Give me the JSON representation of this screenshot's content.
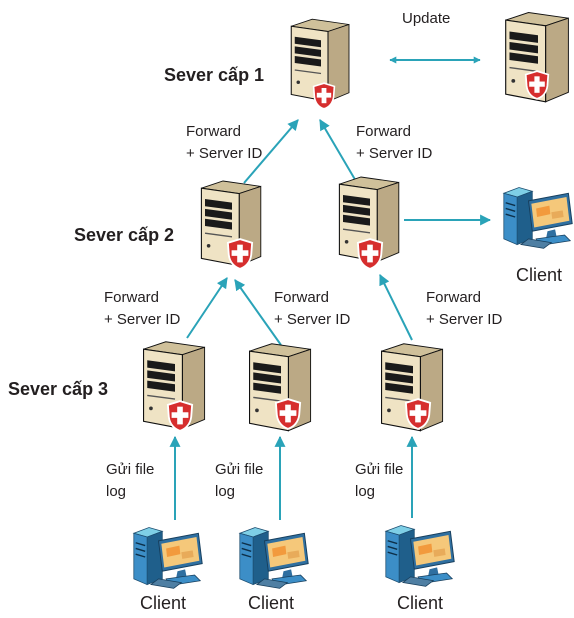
{
  "tiers": {
    "level1": "Sever cấp 1",
    "level2": "Sever cấp 2",
    "level3": "Sever cấp 3"
  },
  "edges": {
    "update": "Update",
    "forward_line1": "Forward",
    "forward_line2": "+ Server ID",
    "log_line1": "Gửi file",
    "log_line2": "log"
  },
  "client_label": "Client",
  "colors": {
    "arrow": "#2aa3b8",
    "server_body": "#efe3c4",
    "shield": "#d62e2e",
    "client_blue": "#3c8ec7"
  },
  "icons": {
    "server": "server-tower-icon",
    "shield": "shield-cross-icon",
    "client": "desktop-computer-icon"
  }
}
